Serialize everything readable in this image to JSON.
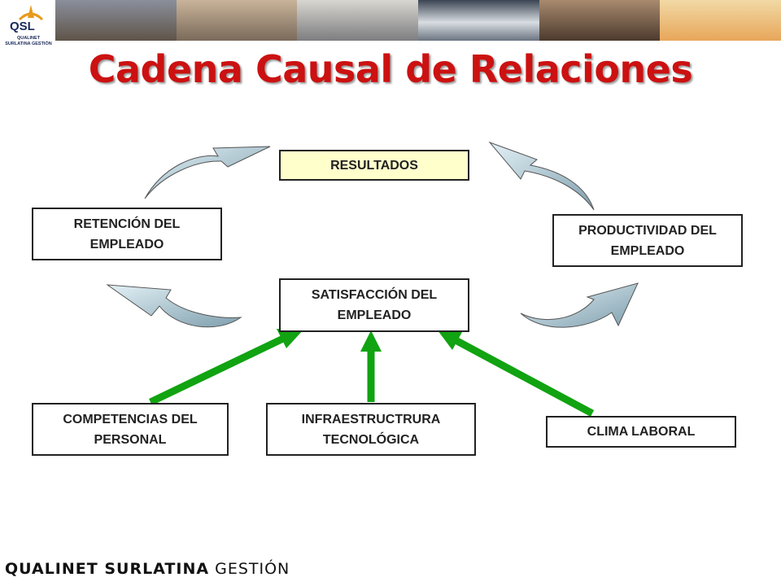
{
  "logo": {
    "acronym": "QSL",
    "subtitle": "QUALINET SURLATINA GESTIÓN"
  },
  "title": "Cadena Causal de Relaciones",
  "nodes": {
    "resultados": "RESULTADOS",
    "retencion": "RETENCIÓN DEL EMPLEADO",
    "productividad": "PRODUCTIVIDAD DEL EMPLEADO",
    "satisfaccion": "SATISFACCIÓN DEL EMPLEADO",
    "competencias": "COMPETENCIAS DEL PERSONAL",
    "infraestructura": "INFRAESTRUCTRURA TECNOLÓGICA",
    "clima": "CLIMA LABORAL"
  },
  "footer": {
    "bold": "QUALINET SURLATINA",
    "light": "GESTIÓN"
  },
  "colors": {
    "title": "#cc1111",
    "green_arrow": "#11a311",
    "curved_arrow": "#a9c9d6",
    "result_fill": "#ffffcc"
  }
}
